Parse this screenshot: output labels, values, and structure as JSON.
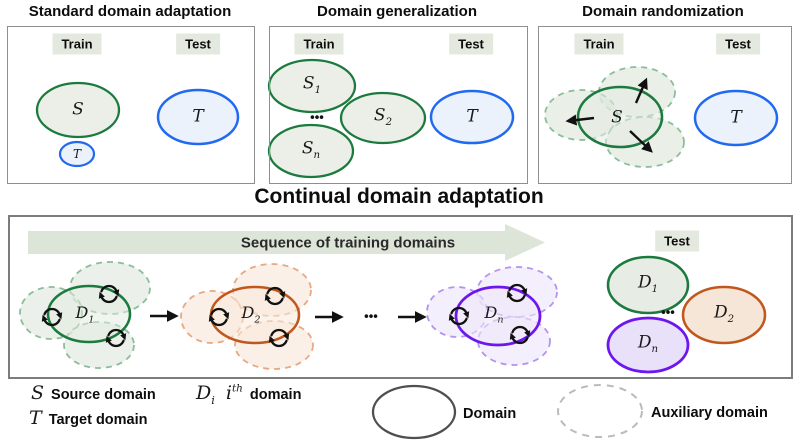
{
  "panel1": {
    "title": "Standard domain adaptation",
    "train": "Train",
    "test": "Test"
  },
  "panel2": {
    "title": "Domain generalization",
    "train": "Train",
    "test": "Test"
  },
  "panel3": {
    "title": "Domain randomization",
    "train": "Train",
    "test": "Test"
  },
  "continual": {
    "title": "Continual domain adaptation",
    "sequence": "Sequence of training domains",
    "test": "Test"
  },
  "misc": {
    "dots": "•••"
  },
  "labels": {
    "p1_s": {
      "base": "S"
    },
    "p1_t_small": {
      "base": "T"
    },
    "p1_t_test": {
      "base": "T"
    },
    "p2_s1": {
      "base": "S",
      "sub": "1"
    },
    "p2_s2": {
      "base": "S",
      "sub": "2"
    },
    "p2_sn": {
      "base": "S",
      "sub": "n"
    },
    "p2_t": {
      "base": "T"
    },
    "p3_s": {
      "base": "S"
    },
    "p3_t": {
      "base": "T"
    },
    "c_d1": {
      "base": "D",
      "sub": "1"
    },
    "c_d2": {
      "base": "D",
      "sub": "2"
    },
    "c_dn": {
      "base": "D",
      "sub": "n"
    },
    "test_d1": {
      "base": "D",
      "sub": "1"
    },
    "test_d2": {
      "base": "D",
      "sub": "2"
    },
    "test_dn": {
      "base": "D",
      "sub": "n"
    }
  },
  "legend": {
    "s_symbol": "S",
    "s_text": "Source domain",
    "t_symbol": "T",
    "t_text": "Target domain",
    "d_base": "D",
    "d_sub": "i",
    "i_base": "i",
    "i_sup": "th",
    "i_text": "domain",
    "domain_label": "Domain",
    "aux_label": "Auxiliary domain"
  },
  "colors": {
    "green": "#1c7a3e",
    "blue": "#2169ee",
    "orange": "#c2571d",
    "purple": "#6d16ef",
    "green_aux": "#8cbd99",
    "orange_aux": "#e6a885",
    "purple_aux": "#b593ef",
    "badge_bg": "#e4e9e0",
    "band_bg": "#dde4d8",
    "box_border": "#8e8e8e",
    "legend_domain": "#4f4f4f",
    "legend_aux": "#b7beb4",
    "text": "#111111"
  }
}
